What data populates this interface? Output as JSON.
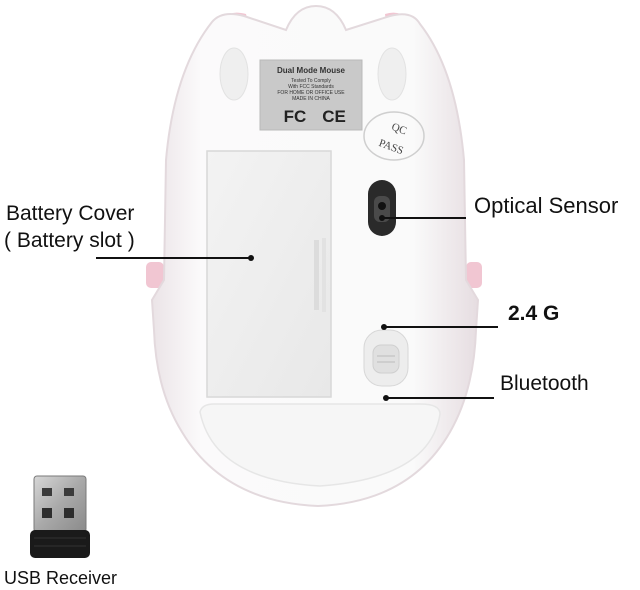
{
  "product_sticker": {
    "title": "Dual Mode Mouse",
    "lines": [
      "Tested To Comply",
      "With FCC Standards",
      "FOR HOME OR OFFICE USE",
      "MADE IN CHINA"
    ],
    "marks": [
      "FC",
      "CE"
    ]
  },
  "qc_stamp": {
    "top": "QC",
    "bottom": "PASS"
  },
  "callouts": {
    "battery_cover": "Battery Cover",
    "battery_slot": "( Battery slot )",
    "optical_sensor": "Optical Sensor",
    "mode_24g": "2.4 G",
    "mode_bluetooth": "Bluetooth",
    "usb_receiver": "USB Receiver"
  },
  "colors": {
    "mouse_body": "#f7f5f6",
    "mouse_edge": "#e3d9dd",
    "pink_accent": "#f1c6d2",
    "sticker_bg": "#c9c9c9",
    "lead_line": "#111111",
    "receiver_metal": "#b8b8b8",
    "receiver_plastic": "#1a1a1a"
  }
}
